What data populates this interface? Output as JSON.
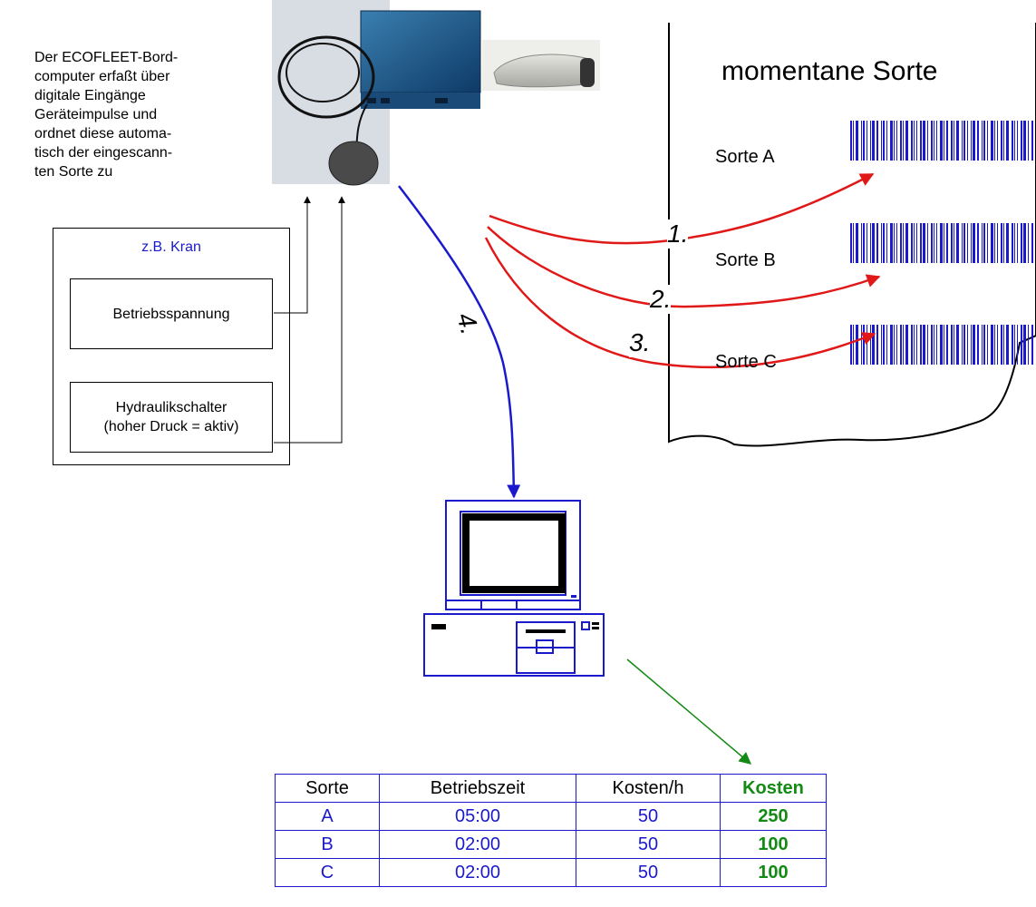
{
  "description": "Der ECOFLEET-Bord-\ncomputer erfaßt über\ndigitale Eingänge\nGeräteimpulse und\nordnet diese automa-\ntisch der eingescann-\nten Sorte zu",
  "kran": {
    "title": "z.B. Kran",
    "input1": "Betriebsspannung",
    "input2_line1": "Hydraulikschalter",
    "input2_line2": "(hoher Druck = aktiv)"
  },
  "sheet": {
    "heading": "momentane Sorte",
    "sorten": [
      "Sorte A",
      "Sorte B",
      "Sorte C"
    ]
  },
  "steps": [
    "1.",
    "2.",
    "3.",
    "4."
  ],
  "table": {
    "headers": [
      "Sorte",
      "Betriebszeit",
      "Kosten/h",
      "Kosten"
    ],
    "rows": [
      [
        "A",
        "05:00",
        "50",
        "250"
      ],
      [
        "B",
        "02:00",
        "50",
        "100"
      ],
      [
        "C",
        "02:00",
        "50",
        "100"
      ]
    ]
  },
  "colors": {
    "blue": "#1a1acc",
    "red": "#e01818",
    "green": "#138a13"
  },
  "images": {
    "device": "ecofleet-bordcomputer-photo",
    "scanner": "barcode-scanner-photo",
    "computer": "desktop-computer-icon"
  }
}
